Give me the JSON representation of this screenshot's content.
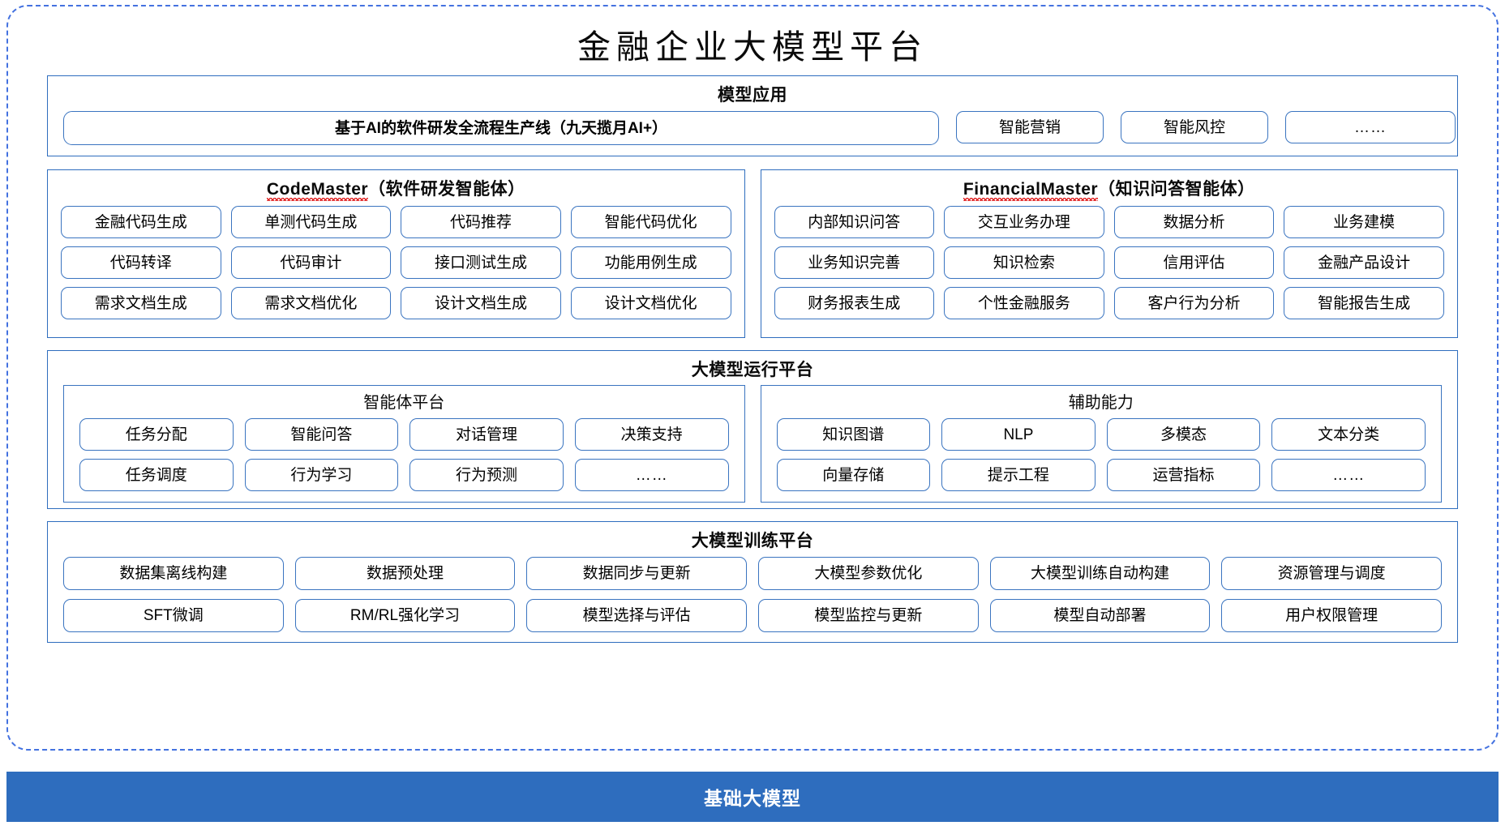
{
  "page": {
    "title": "金融企业大模型平台"
  },
  "model_application": {
    "title": "模型应用",
    "banner": "基于AI的软件研发全流程生产线（九天揽月AI+）",
    "items": [
      "智能营销",
      "智能风控",
      "……"
    ]
  },
  "agents": [
    {
      "name_en": "CodeMaster",
      "name_cn": "（软件研发智能体）",
      "spellcheck_underline": true,
      "items": [
        "金融代码生成",
        "单测代码生成",
        "代码推荐",
        "智能代码优化",
        "代码转译",
        "代码审计",
        "接口测试生成",
        "功能用例生成",
        "需求文档生成",
        "需求文档优化",
        "设计文档生成",
        "设计文档优化"
      ]
    },
    {
      "name_en": "FinancialMaster",
      "name_cn": "（知识问答智能体）",
      "spellcheck_underline": true,
      "items": [
        "内部知识问答",
        "交互业务办理",
        "数据分析",
        "业务建模",
        "业务知识完善",
        "知识检索",
        "信用评估",
        "金融产品设计",
        "财务报表生成",
        "个性金融服务",
        "客户行为分析",
        "智能报告生成"
      ]
    }
  ],
  "runtime_platform": {
    "title": "大模型运行平台",
    "subpanels": [
      {
        "title": "智能体平台",
        "items": [
          "任务分配",
          "智能问答",
          "对话管理",
          "决策支持",
          "任务调度",
          "行为学习",
          "行为预测",
          "……"
        ]
      },
      {
        "title": "辅助能力",
        "items": [
          "知识图谱",
          "NLP",
          "多模态",
          "文本分类",
          "向量存储",
          "提示工程",
          "运营指标",
          "……"
        ]
      }
    ]
  },
  "training_platform": {
    "title": "大模型训练平台",
    "items": [
      "数据集离线构建",
      "数据预处理",
      "数据同步与更新",
      "大模型参数优化",
      "大模型训练自动构建",
      "资源管理与调度",
      "SFT微调",
      "RM/RL强化学习",
      "模型选择与评估",
      "模型监控与更新",
      "模型自动部署",
      "用户权限管理"
    ]
  },
  "base_model": {
    "label": "基础大模型"
  },
  "colors": {
    "accent_blue": "#2E6DBE",
    "chip_border": "#3A74C0",
    "outer_dash": "#4472E0",
    "spellcheck_red": "#e02020"
  }
}
